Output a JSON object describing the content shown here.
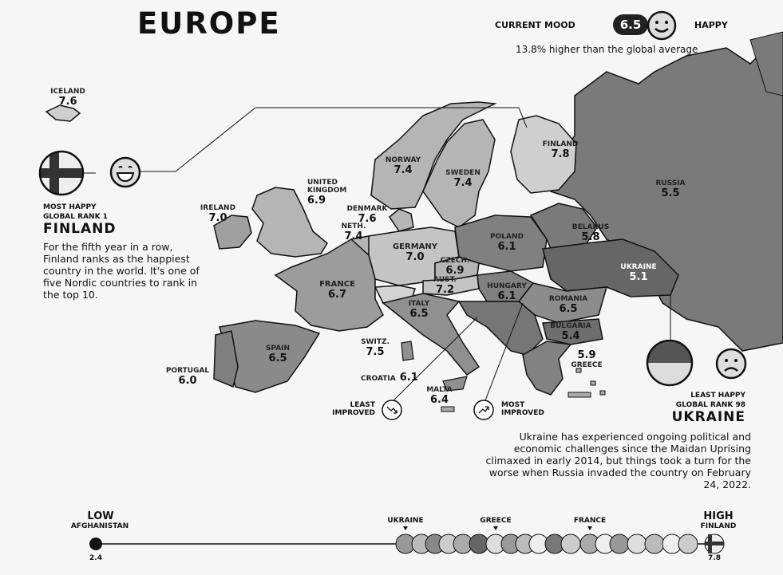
{
  "title": "EUROPE",
  "mood": {
    "label": "CURRENT MOOD",
    "value": "6.5",
    "word": "HAPPY",
    "subtitle": "13.8% higher than the global average"
  },
  "countries": [
    {
      "name": "ICELAND",
      "value": "7.6"
    },
    {
      "name": "NORWAY",
      "value": "7.4"
    },
    {
      "name": "SWEDEN",
      "value": "7.4"
    },
    {
      "name": "FINLAND",
      "value": "7.8"
    },
    {
      "name": "RUSSIA",
      "value": "5.5"
    },
    {
      "name": "UNITED KINGDOM",
      "value": "6.9"
    },
    {
      "name": "IRELAND",
      "value": "7.0"
    },
    {
      "name": "DENMARK",
      "value": "7.6"
    },
    {
      "name": "NETH.",
      "value": "7.4"
    },
    {
      "name": "GERMANY",
      "value": "7.0"
    },
    {
      "name": "POLAND",
      "value": "6.1"
    },
    {
      "name": "BELARUS",
      "value": "5.8"
    },
    {
      "name": "CZECH.",
      "value": "6.9"
    },
    {
      "name": "AUST.",
      "value": "7.2"
    },
    {
      "name": "HUNGARY",
      "value": "6.1"
    },
    {
      "name": "UKRAINE",
      "value": "5.1"
    },
    {
      "name": "FRANCE",
      "value": "6.7"
    },
    {
      "name": "ITALY",
      "value": "6.5"
    },
    {
      "name": "ROMANIA",
      "value": "6.5"
    },
    {
      "name": "BULGARIA",
      "value": "5.4"
    },
    {
      "name": "SWITZ.",
      "value": "7.5"
    },
    {
      "name": "SPAIN",
      "value": "6.5"
    },
    {
      "name": "PORTUGAL",
      "value": "6.0"
    },
    {
      "name": "CROATIA",
      "value": "6.1"
    },
    {
      "name": "MALTA",
      "value": "6.4"
    },
    {
      "name": "GREECE",
      "value": "5.9"
    }
  ],
  "most_happy": {
    "rank_label": "MOST HAPPY",
    "rank": "GLOBAL RANK 1",
    "country": "FINLAND",
    "text": "For the fifth year in a row, Finland ranks as the happiest country in the world. It's one of five Nordic countries to rank in the top 10."
  },
  "least_happy": {
    "rank_label": "LEAST HAPPY",
    "rank": "GLOBAL RANK 98",
    "country": "UKRAINE",
    "text": "Ukraine has experienced ongoing political and economic challenges since the Maidan Uprising climaxed in early 2014, but things took a turn for the worse when Russia invaded the country on February 24, 2022."
  },
  "improvement": {
    "least": "LEAST IMPROVED",
    "most": "MOST IMPROVED"
  },
  "scale": {
    "low_label": "LOW",
    "low_country": "AFGHANISTAN",
    "low_value": "2.4",
    "high_label": "HIGH",
    "high_country": "FINLAND",
    "high_value": "7.8",
    "markers": [
      "UKRAINE",
      "GREECE",
      "FRANCE"
    ]
  }
}
